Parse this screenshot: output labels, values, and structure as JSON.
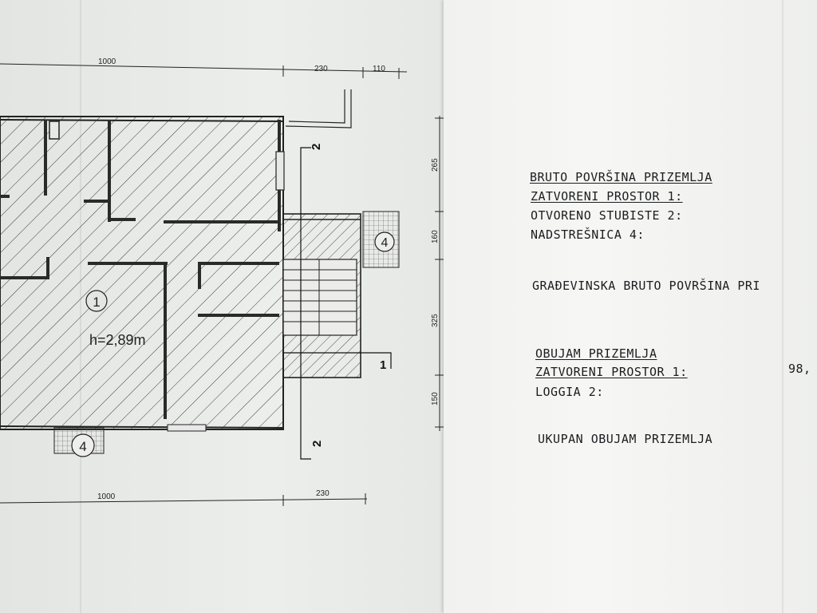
{
  "plan": {
    "dims_top": [
      "1000",
      "230",
      "110"
    ],
    "dims_bottom": [
      "1000",
      "230"
    ],
    "dims_right": [
      "265",
      "160",
      "325",
      "150"
    ],
    "room_labels": [
      "1",
      "4",
      "4"
    ],
    "height_label": "h=2,89m",
    "section_marks": [
      "2",
      "2",
      "1"
    ]
  },
  "areas": {
    "title": "BRUTO POVRŠINA PRIZEMLJA",
    "rows": [
      "ZATVORENI PROSTOR 1:",
      "OTVORENO STUBISTE 2:",
      "NADSTREŠNICA 4:"
    ],
    "total": "GRAĐEVINSKA BRUTO POVRŠINA PRI"
  },
  "volume": {
    "title": "OBUJAM PRIZEMLJA",
    "row1_label": "ZATVORENI PROSTOR 1:",
    "row1_value": "98,",
    "row2_label": "LOGGIA 2:",
    "total": "UKUPAN OBUJAM PRIZEMLJA"
  }
}
